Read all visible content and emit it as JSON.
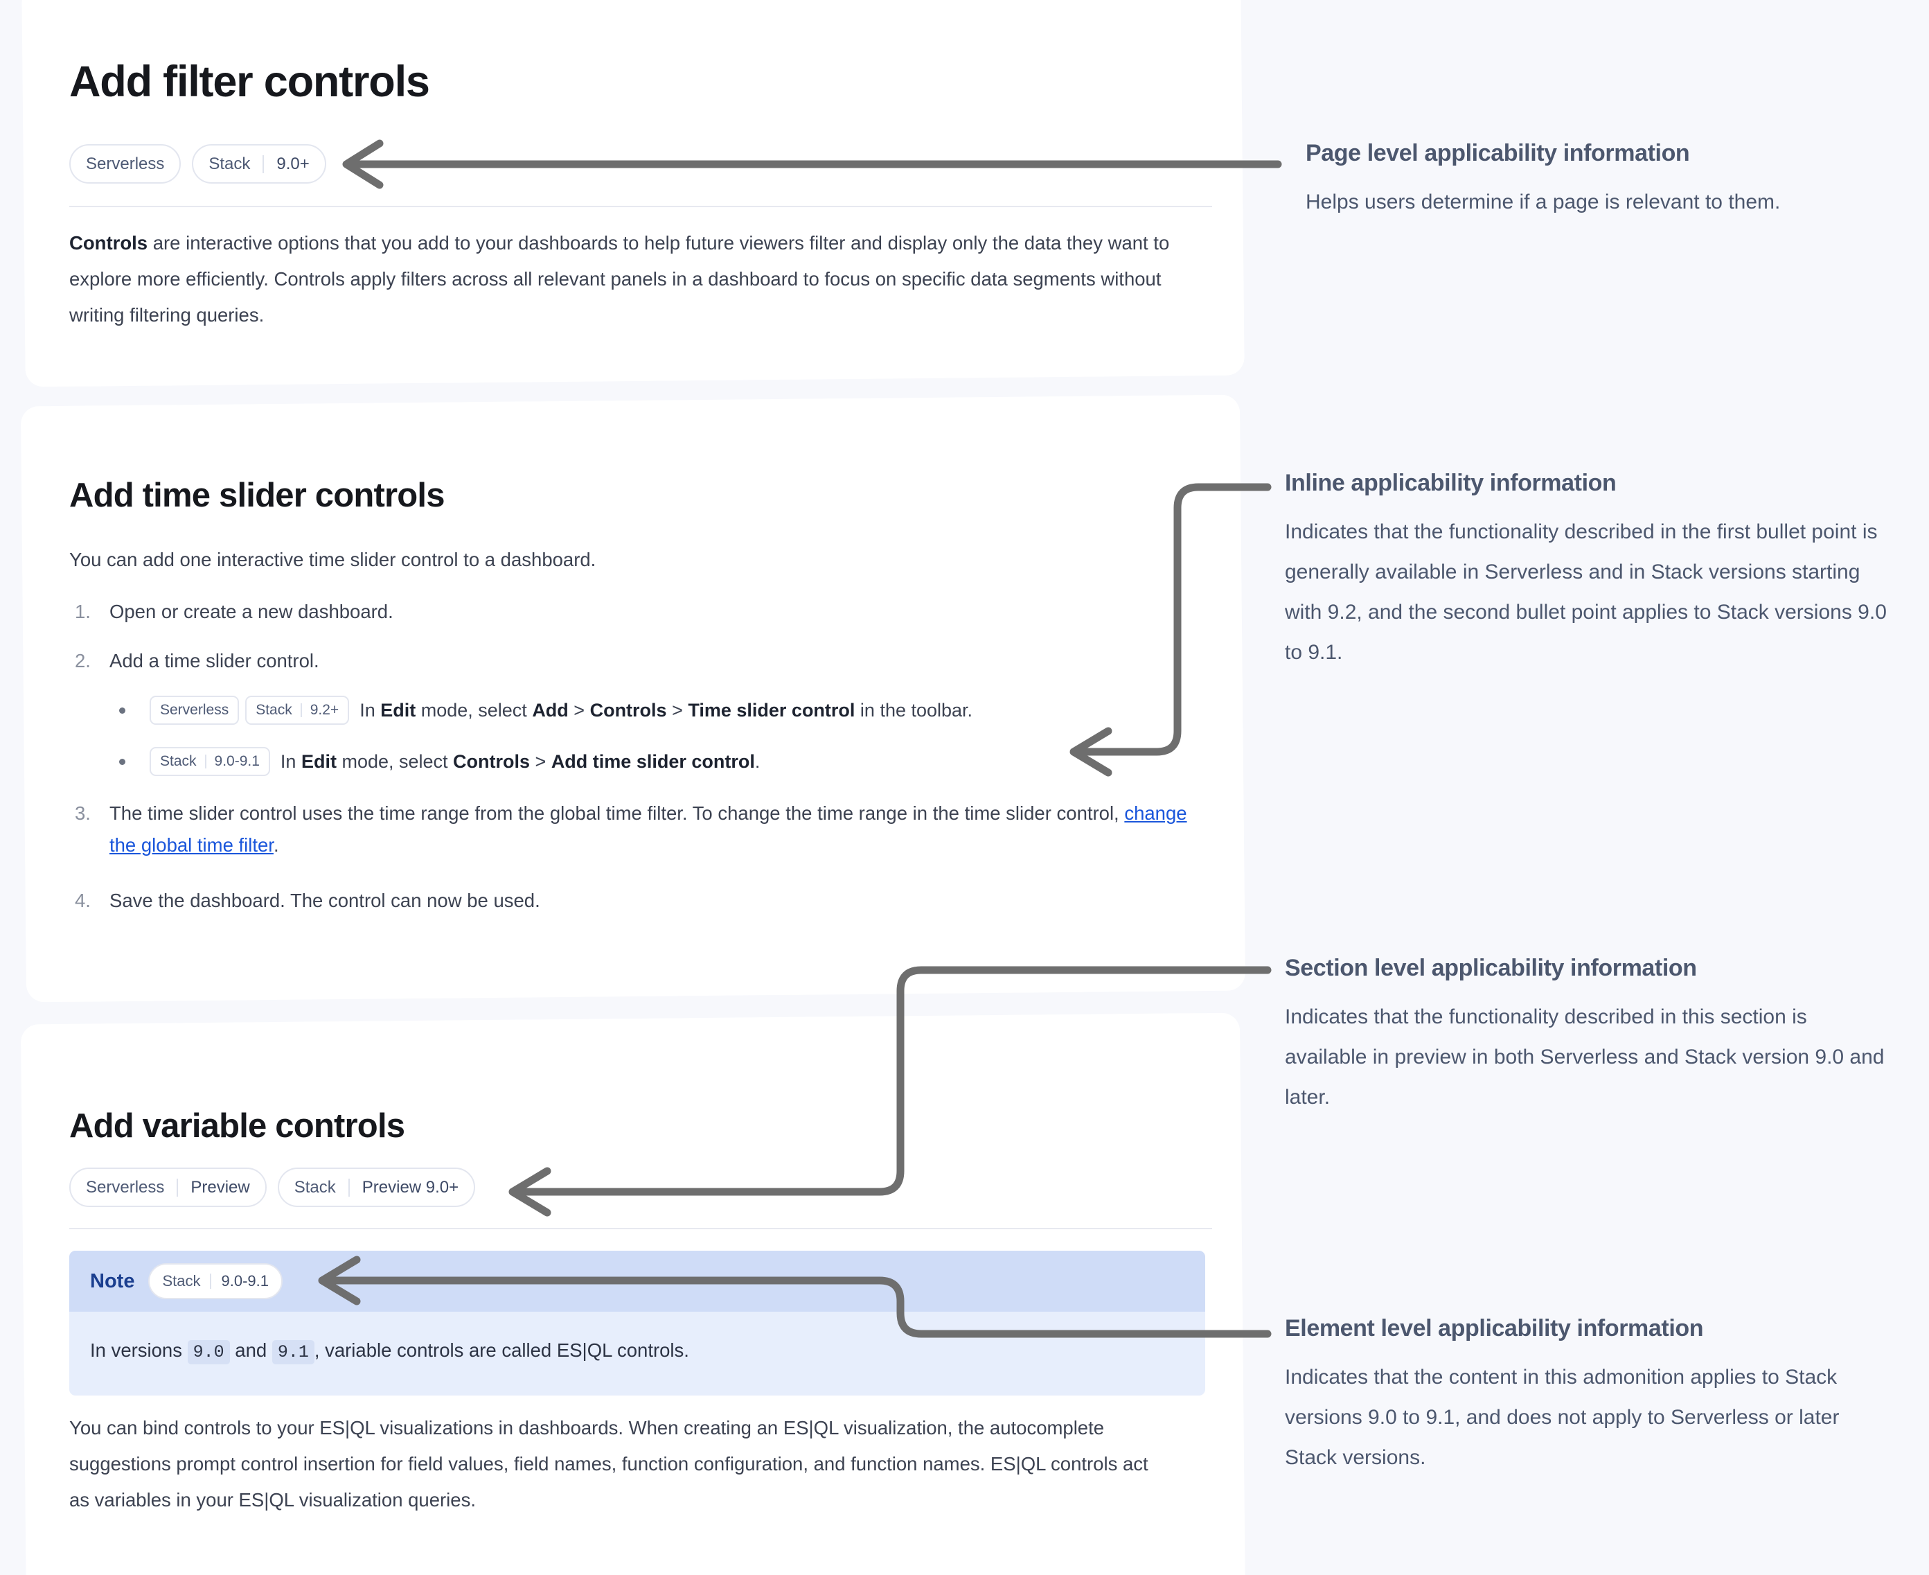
{
  "doc": {
    "page_title": "Add filter controls",
    "page_badges": [
      {
        "product": "Serverless",
        "version": ""
      },
      {
        "product": "Stack",
        "version": "9.0+"
      }
    ],
    "intro_bold": "Controls",
    "intro_rest": " are interactive options that you add to your dashboards to help future viewers filter and display only the data they want to explore more efficiently. Controls apply filters across all relevant panels in a dashboard to focus on specific data segments without writing filtering queries.",
    "section_time": {
      "heading": "Add time slider controls",
      "lead": "You can add one interactive time slider control to a dashboard.",
      "steps": [
        {
          "num": "1.",
          "text": "Open or create a new dashboard."
        },
        {
          "num": "2.",
          "text": "Add a time slider control."
        },
        {
          "num": "3.",
          "pre": "The time slider control uses the time range from the global time filter. To change the time range in the time slider control, ",
          "link": "change the global time filter",
          "post": "."
        },
        {
          "num": "4.",
          "text": "Save the dashboard. The control can now be used."
        }
      ],
      "bullets": [
        {
          "badges": [
            {
              "product": "Serverless",
              "version": ""
            },
            {
              "product": "Stack",
              "version": "9.2+"
            }
          ],
          "parts": [
            {
              "t": "In ",
              "b": false
            },
            {
              "t": "Edit",
              "b": true
            },
            {
              "t": " mode, select ",
              "b": false
            },
            {
              "t": "Add",
              "b": true
            },
            {
              "t": " > ",
              "b": false
            },
            {
              "t": "Controls",
              "b": true
            },
            {
              "t": " > ",
              "b": false
            },
            {
              "t": "Time slider control",
              "b": true
            },
            {
              "t": " in the toolbar.",
              "b": false
            }
          ]
        },
        {
          "badges": [
            {
              "product": "Stack",
              "version": "9.0-9.1"
            }
          ],
          "parts": [
            {
              "t": "In ",
              "b": false
            },
            {
              "t": "Edit",
              "b": true
            },
            {
              "t": " mode, select ",
              "b": false
            },
            {
              "t": "Controls",
              "b": true
            },
            {
              "t": " > ",
              "b": false
            },
            {
              "t": "Add time slider control",
              "b": true
            },
            {
              "t": ".",
              "b": false
            }
          ]
        }
      ]
    },
    "section_variable": {
      "heading": "Add variable controls",
      "badges": [
        {
          "product": "Serverless",
          "version": "Preview"
        },
        {
          "product": "Stack",
          "version": "Preview 9.0+"
        }
      ],
      "note": {
        "label": "Note",
        "badge": {
          "product": "Stack",
          "version": "9.0-9.1"
        },
        "body_pre": "In versions ",
        "code_1": "9.0",
        "body_mid": " and ",
        "code_2": "9.1",
        "body_post": ", variable controls are called ES|QL controls."
      },
      "paragraph": "You can bind controls to your ES|QL visualizations in dashboards. When creating an ES|QL visualization, the autocomplete suggestions prompt control insertion for field values, field names, function configuration, and function names. ES|QL controls act as variables in your ES|QL visualization queries."
    }
  },
  "annotations": [
    {
      "title": "Page level applicability information",
      "body": "Helps users determine if a page is relevant to them."
    },
    {
      "title": "Inline applicability information",
      "body": "Indicates that the functionality described in the first bullet point is generally available in Serverless and in Stack versions starting with 9.2, and the second bullet point applies to Stack versions 9.0 to 9.1."
    },
    {
      "title": "Section level applicability information",
      "body": "Indicates that the functionality described in this section is available in preview in both Serverless and Stack version 9.0 and later."
    },
    {
      "title": "Element level applicability information",
      "body": "Indicates that the content in this admonition applies to Stack versions 9.0 to 9.1, and does not apply to Serverless or later Stack versions."
    }
  ],
  "colors": {
    "page_bg": "#f7f8fc",
    "panel_bg": "#ffffff",
    "annotation_text": "#4c576e",
    "connector": "#6e6e6e",
    "link": "#1a56db",
    "note_header_bg": "#cfdcf7",
    "note_body_bg": "#e7eefc",
    "note_label": "#1a3e8f",
    "badge_text": "#4e5a75",
    "badge_border": "#e3e6ef"
  }
}
